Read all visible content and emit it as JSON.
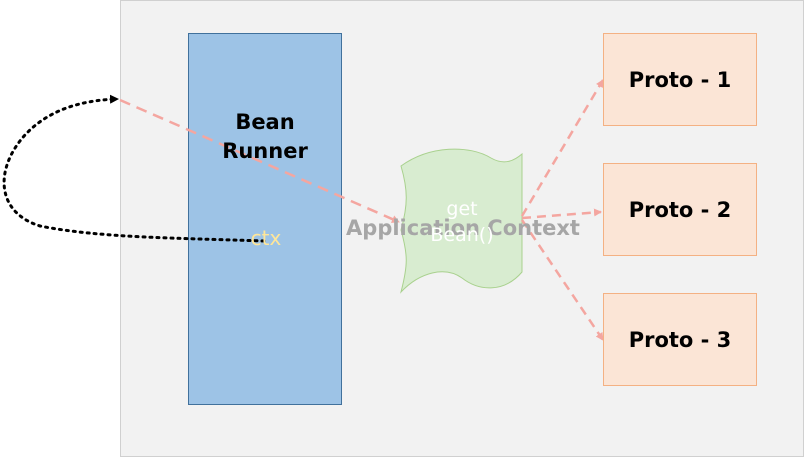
{
  "bean_runner": {
    "title": "Bean\nRunner",
    "ctx_label": "ctx"
  },
  "application_context": {
    "label": "Application Context",
    "get_bean_label": "get\nBean()"
  },
  "protos": [
    {
      "label": "Proto - 1"
    },
    {
      "label": "Proto - 2"
    },
    {
      "label": "Proto - 3"
    }
  ],
  "colors": {
    "container_bg": "#f2f2f2",
    "bean_runner_fill": "#9dc3e6",
    "app_context_fill": "#d8ecd0",
    "proto_fill": "#fbe5d6",
    "proto_border": "#f4b183",
    "dashed_arrow": "#f4a6a0",
    "dotted_arrow": "#000000",
    "ctx_text": "#ffe699"
  }
}
